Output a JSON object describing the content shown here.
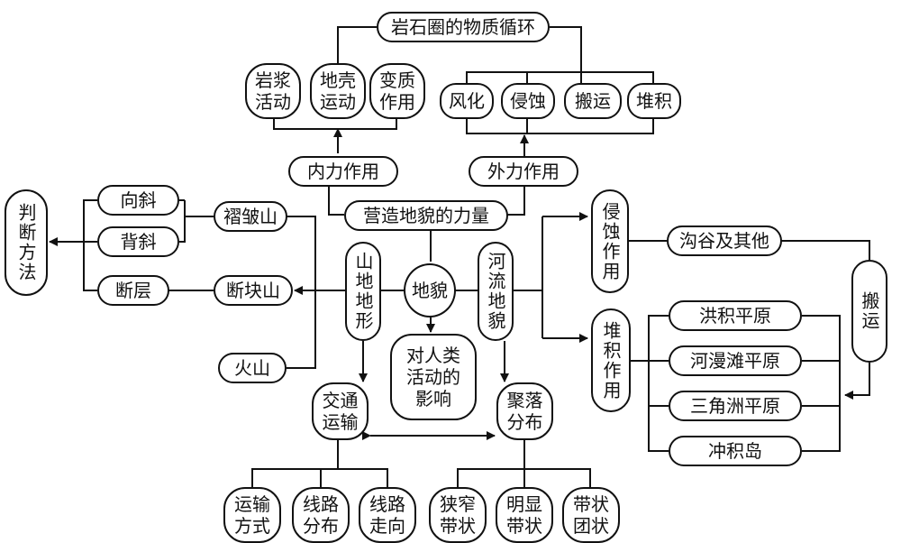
{
  "nodes": {
    "rock_cycle": "岩石圈的物质循环",
    "magma": "岩浆\n活动",
    "crust": "地壳\n运动",
    "metamorphism": "变质\n作用",
    "weathering": "风化",
    "erosion": "侵蚀",
    "transport": "搬运",
    "deposition": "堆积",
    "internal_force": "内力作用",
    "external_force": "外力作用",
    "shaping_force": "营造地貌的力量",
    "syncline": "向斜",
    "anticline": "背斜",
    "fault": "断层",
    "judge_method": "判断方法",
    "fold_mountain": "褶皱山",
    "block_mountain": "断块山",
    "volcano": "火山",
    "mountain_landform": "山地地形",
    "landform": "地貌",
    "river_landform": "河流地貌",
    "human_impact": "对人类\n活动的\n影响",
    "erosion_action": "侵蚀作用",
    "deposition_action": "堆积作用",
    "gully": "沟谷及其他",
    "carry": "搬运",
    "alluvial_plain": "洪积平原",
    "floodplain": "河漫滩平原",
    "delta": "三角洲平原",
    "alluvial_island": "冲积岛",
    "traffic": "交通\n运输",
    "settlement": "聚落\n分布",
    "transport_mode": "运输\n方式",
    "route_distribution": "线路\n分布",
    "route_direction": "线路\n走向",
    "narrow_strip": "狭窄\n带状",
    "obvious_strip": "明显\n带状",
    "strip_cluster": "带状\n团状"
  }
}
